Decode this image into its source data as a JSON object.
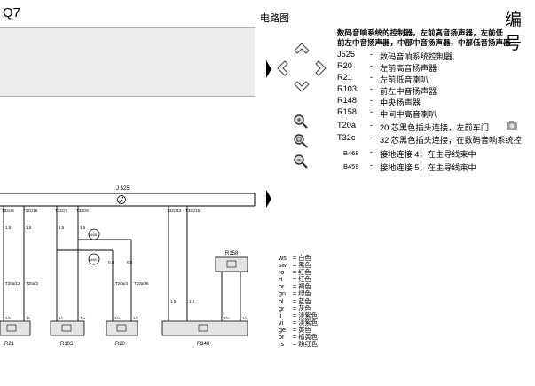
{
  "header": {
    "model": "Q7",
    "diagram_label": "电路图",
    "number_label": "编号"
  },
  "description": {
    "heading_line1": "数码音响系统的控制器，左前高音扬声器，左前低",
    "heading_line2": "前左中音扬声器，中部中音扬声器，中部低音扬声器"
  },
  "components": [
    {
      "code": "J525",
      "dash": "-",
      "text": "数码音响系统控制器"
    },
    {
      "code": "R20",
      "dash": "-",
      "text": "左前高音扬声器"
    },
    {
      "code": "R21",
      "dash": "-",
      "text": "左前低音喇叭"
    },
    {
      "code": "R103",
      "dash": "-",
      "text": "前左中音扬声器"
    },
    {
      "code": "R148",
      "dash": "-",
      "text": "中央扬声器"
    },
    {
      "code": "R158",
      "dash": "-",
      "text": "中间中高音喇叭"
    },
    {
      "code": "T20a",
      "dash": "-",
      "text": "20 芯黑色插头连接，左前车门"
    },
    {
      "code": "T32c",
      "dash": "-",
      "text": "32 芯黑色插头连接，在数码音响系统控"
    },
    {
      "code": "B468",
      "dash": "-",
      "text": "接地连接 4，在主导线束中"
    },
    {
      "code": "B459",
      "dash": "-",
      "text": "接地连接 5，在主导线束中"
    }
  ],
  "color_legend": [
    {
      "code": "ws",
      "name": "白色"
    },
    {
      "code": "sw",
      "name": "黑色"
    },
    {
      "code": "ro",
      "name": "红色"
    },
    {
      "code": "rt",
      "name": "红色"
    },
    {
      "code": "br",
      "name": "褐色"
    },
    {
      "code": "gn",
      "name": "绿色"
    },
    {
      "code": "bl",
      "name": "蓝色"
    },
    {
      "code": "gr",
      "name": "灰色"
    },
    {
      "code": "li",
      "name": "淡紫色"
    },
    {
      "code": "vi",
      "name": "淡紫色"
    },
    {
      "code": "ge",
      "name": "黄色"
    },
    {
      "code": "or",
      "name": "橘黄色"
    },
    {
      "code": "rs",
      "name": "粉红色"
    }
  ],
  "diagram": {
    "control_unit": "J 525",
    "connectors_top": [
      "T32c/8",
      "T32c/18",
      "T32c/7",
      "T32c/8",
      "T32c/13",
      "T32c/15"
    ],
    "wire_sizes": [
      "1,5",
      "1,5",
      "1,5",
      "1,5",
      "0,5",
      "0,5",
      "1,5",
      "1,5"
    ],
    "ground_points": [
      "B468",
      "B469"
    ],
    "door_connectors": [
      "T20a/12",
      "T20a/2",
      "T20a/4",
      "T20a/16"
    ],
    "pin_labels": [
      "2/+",
      "1/-"
    ],
    "speakers": [
      "R21",
      "R103",
      "R20",
      "R148",
      "R158"
    ]
  },
  "colors": {
    "panel_gray": "#ececec",
    "line": "#000000"
  },
  "icons": [
    "nav-up-icon",
    "nav-left-icon",
    "nav-right-icon",
    "nav-down-icon",
    "zoom-in-icon",
    "zoom-reset-icon",
    "zoom-out-icon",
    "page-arrow-icon",
    "camera-icon"
  ]
}
